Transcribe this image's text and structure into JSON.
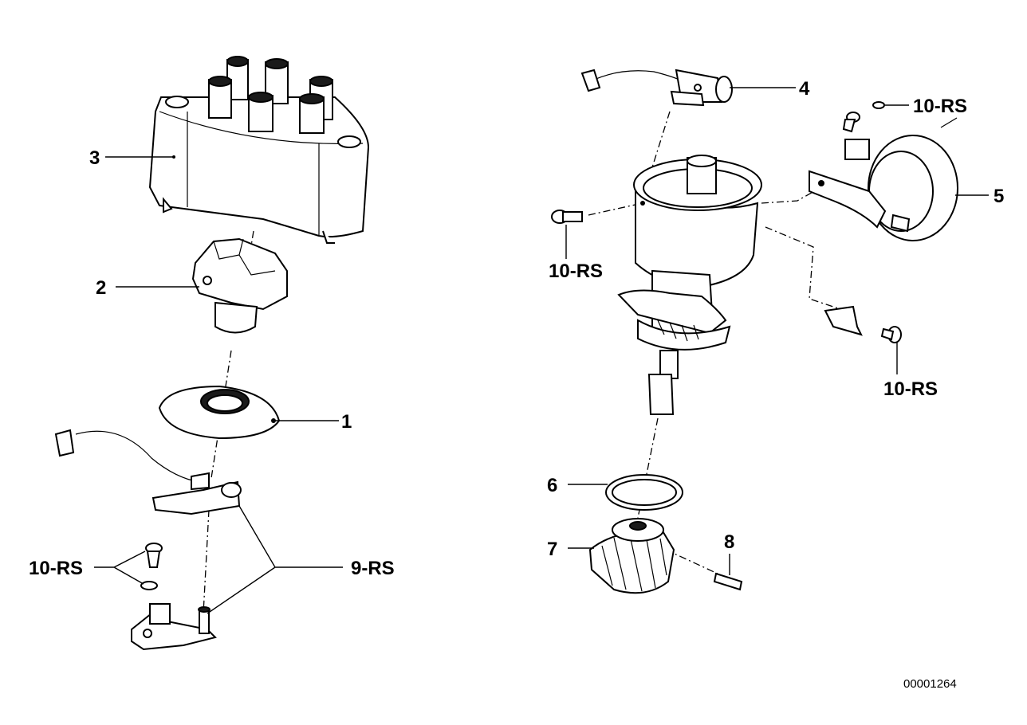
{
  "diagram": {
    "callouts": {
      "c1": "1",
      "c2": "2",
      "c3": "3",
      "c4": "4",
      "c5": "5",
      "c6": "6",
      "c7": "7",
      "c8": "8",
      "c9": "9-RS",
      "c10_left": "10-RS",
      "c10_top": "10-RS",
      "c10_mid": "10-RS",
      "c10_bottom": "10-RS"
    },
    "document_number": "00001264"
  }
}
